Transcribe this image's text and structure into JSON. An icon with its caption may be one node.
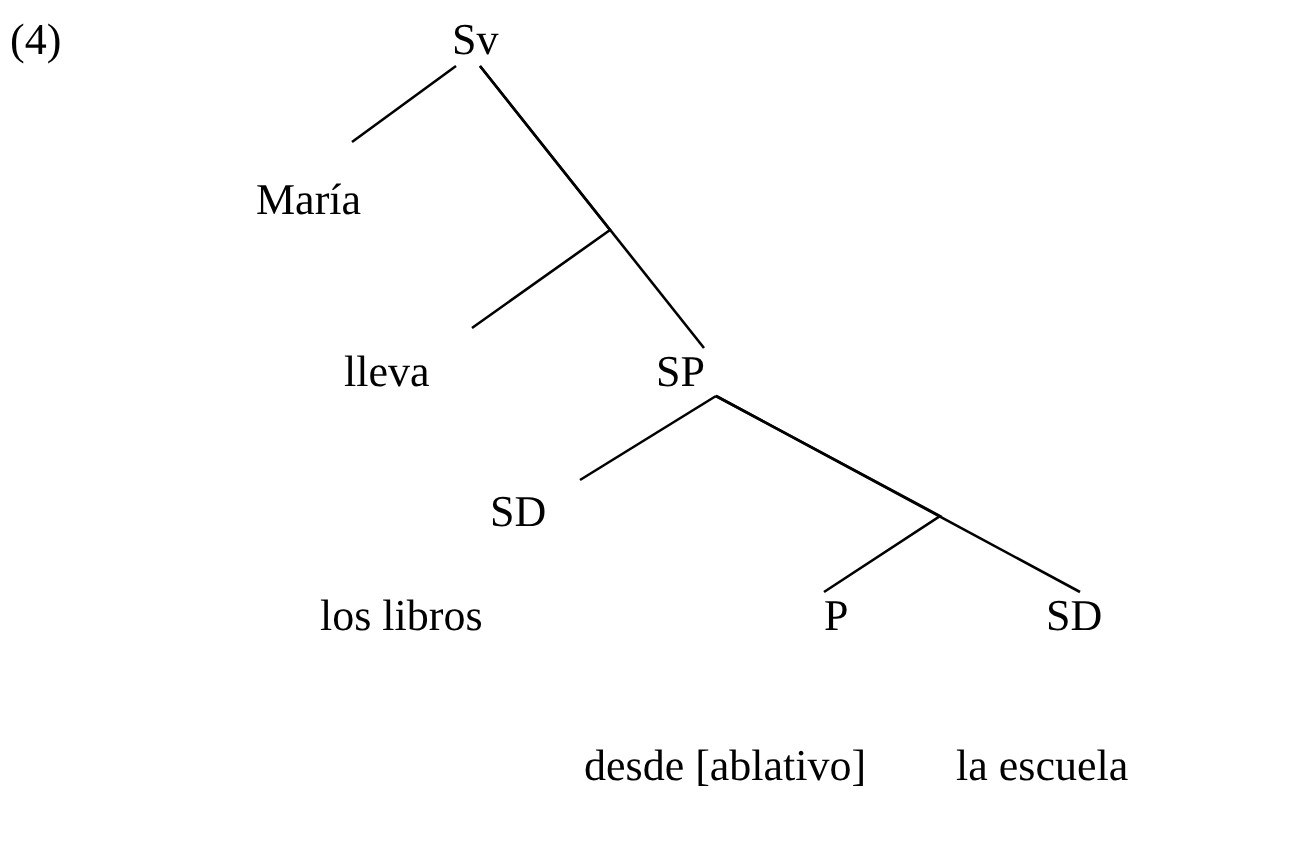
{
  "diagram": {
    "nodes": [
      {
        "text": [
          "Sv"
        ]
      },
      {
        "text": [
          "María"
        ]
      },
      {
        "text": [
          "lleva"
        ]
      },
      {
        "text": [
          "SP"
        ]
      },
      {
        "text": [
          "SD"
        ]
      },
      {
        "text": [
          "los libros"
        ]
      },
      {
        "text": [
          "P"
        ]
      },
      {
        "text": [
          "SD"
        ]
      },
      {
        "text": [
          "desde [ablativo]"
        ]
      },
      {
        "text": [
          "la escuela"
        ]
      }
    ],
    "edges": [
      {
        "from": 0,
        "to": 1,
        "arrow": "none"
      },
      {
        "from": 0,
        "to": 2,
        "arrow": "none"
      },
      {
        "from": 0,
        "to": 3,
        "arrow": "none"
      },
      {
        "from": 3,
        "to": 4,
        "arrow": "none"
      },
      {
        "from": 3,
        "to": 6,
        "arrow": "none"
      },
      {
        "from": 3,
        "to": 7,
        "arrow": "none"
      }
    ],
    "labels": [
      "(4)"
    ]
  }
}
